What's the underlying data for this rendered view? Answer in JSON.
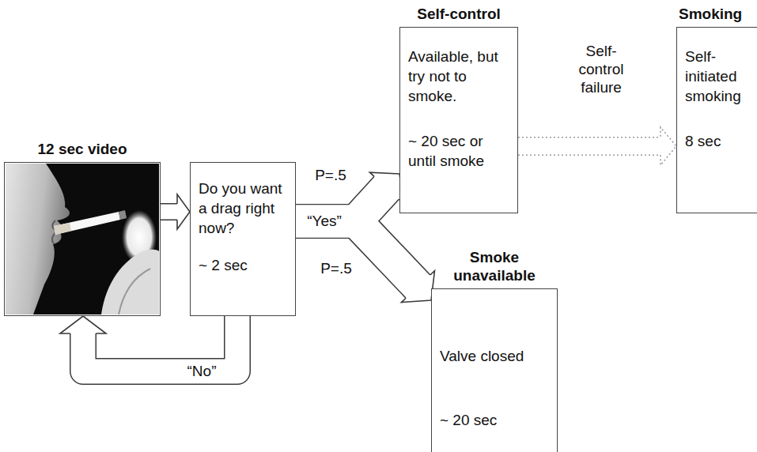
{
  "diagram": {
    "nodes": [
      {
        "text": [
          "12 sec video"
        ]
      },
      {
        "text": [
          "Do you want a drag right now?",
          "~ 2 sec"
        ]
      },
      {
        "text": [
          "Self-control",
          "Available, but try not to smoke.",
          "~ 20 sec or until smoke"
        ]
      },
      {
        "text": [
          "Smoking",
          "Self-initiated smoking",
          "8 sec"
        ]
      },
      {
        "text": [
          "Smoke unavailable",
          "Valve closed",
          "~ 20 sec"
        ]
      }
    ],
    "edges": [
      {
        "from": 0,
        "to": 1,
        "arrow": "to"
      },
      {
        "from": 1,
        "to": 2,
        "label": "P=.5",
        "arrow": "to"
      },
      {
        "from": 1,
        "to": 4,
        "label": "P=.5",
        "arrow": "to"
      },
      {
        "from": 2,
        "to": 3,
        "label": "Self-control failure",
        "arrow": "to"
      },
      {
        "from": 1,
        "to": 0,
        "label": "“No”",
        "arrow": "to"
      }
    ],
    "labels": [
      "“Yes”"
    ]
  }
}
